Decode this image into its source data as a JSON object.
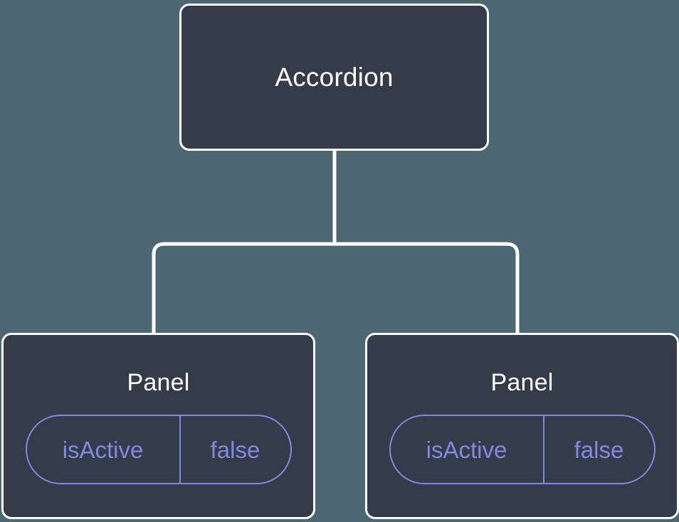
{
  "diagram": {
    "type": "component-tree",
    "background_color": "#4c6771",
    "node_fill_color": "#343b49",
    "node_border_color": "#ffffff",
    "connector_color": "#ffffff",
    "badge_color": "#8289e3",
    "title_color": "#ffffff",
    "root": {
      "label": "Accordion"
    },
    "children": [
      {
        "label": "Panel",
        "prop": {
          "key": "isActive",
          "value": "false"
        }
      },
      {
        "label": "Panel",
        "prop": {
          "key": "isActive",
          "value": "false"
        }
      }
    ]
  }
}
